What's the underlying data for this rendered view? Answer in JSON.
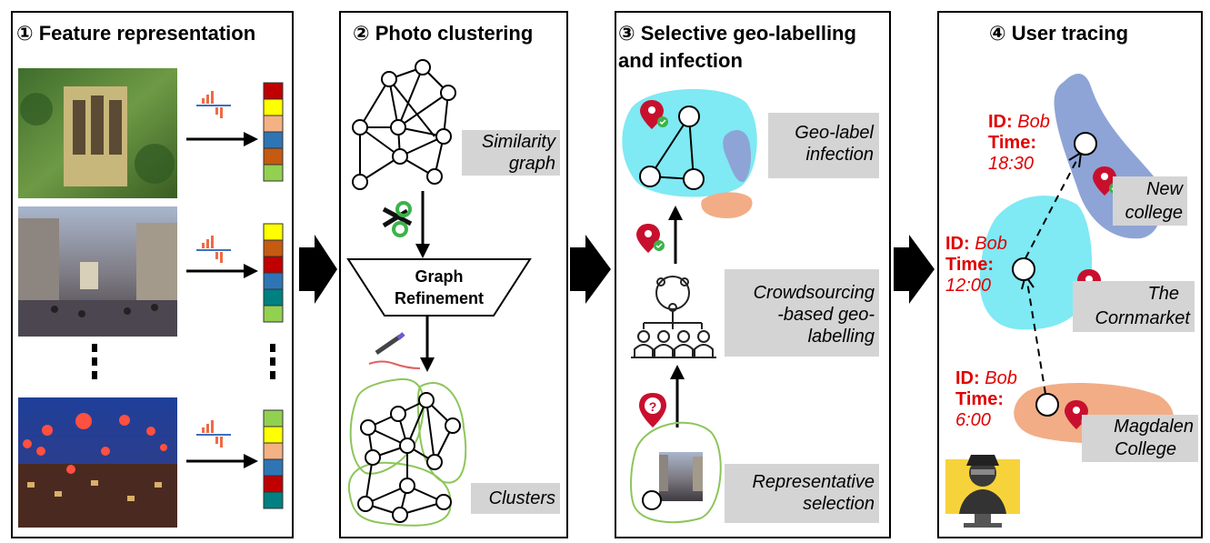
{
  "panels": [
    {
      "title": "① Feature representation"
    },
    {
      "title": "② Photo clustering"
    },
    {
      "title_line1": "③ Selective geo-labelling",
      "title_line2": "and infection"
    },
    {
      "title": "④ User tracing"
    }
  ],
  "clustering": {
    "similarity_l1": "Similarity",
    "similarity_l2": "graph",
    "refine_l1": "Graph",
    "refine_l2": "Refinement",
    "clusters": "Clusters"
  },
  "geolabel": {
    "infection_l1": "Geo-label",
    "infection_l2": "infection",
    "crowd_l1": "Crowdsourcing",
    "crowd_l2": "-based geo-",
    "crowd_l3": "labelling",
    "rep_l1": "Representative",
    "rep_l2": "selection"
  },
  "tracing": {
    "labels": [
      {
        "id_key": "ID:",
        "id_val": "Bob",
        "time_key": "Time:",
        "time_val": "18:30"
      },
      {
        "id_key": "ID:",
        "id_val": "Bob",
        "time_key": "Time:",
        "time_val": "12:00"
      },
      {
        "id_key": "ID:",
        "id_val": "Bob",
        "time_key": "Time:",
        "time_val": "6:00"
      }
    ],
    "places": [
      {
        "l1": "New",
        "l2": "college"
      },
      {
        "l1": "The",
        "l2": "Cornmarket"
      },
      {
        "l1": "Magdalen",
        "l2": "College"
      }
    ]
  },
  "colors": {
    "cyan_region": "#7fe9f4",
    "blue_region": "#8ea4d6",
    "orange_region": "#f2ad86",
    "pin_red": "#c8102e",
    "check_green": "#3cb34a",
    "cluster_green": "#8cc65a",
    "label_red": "#e00000"
  }
}
